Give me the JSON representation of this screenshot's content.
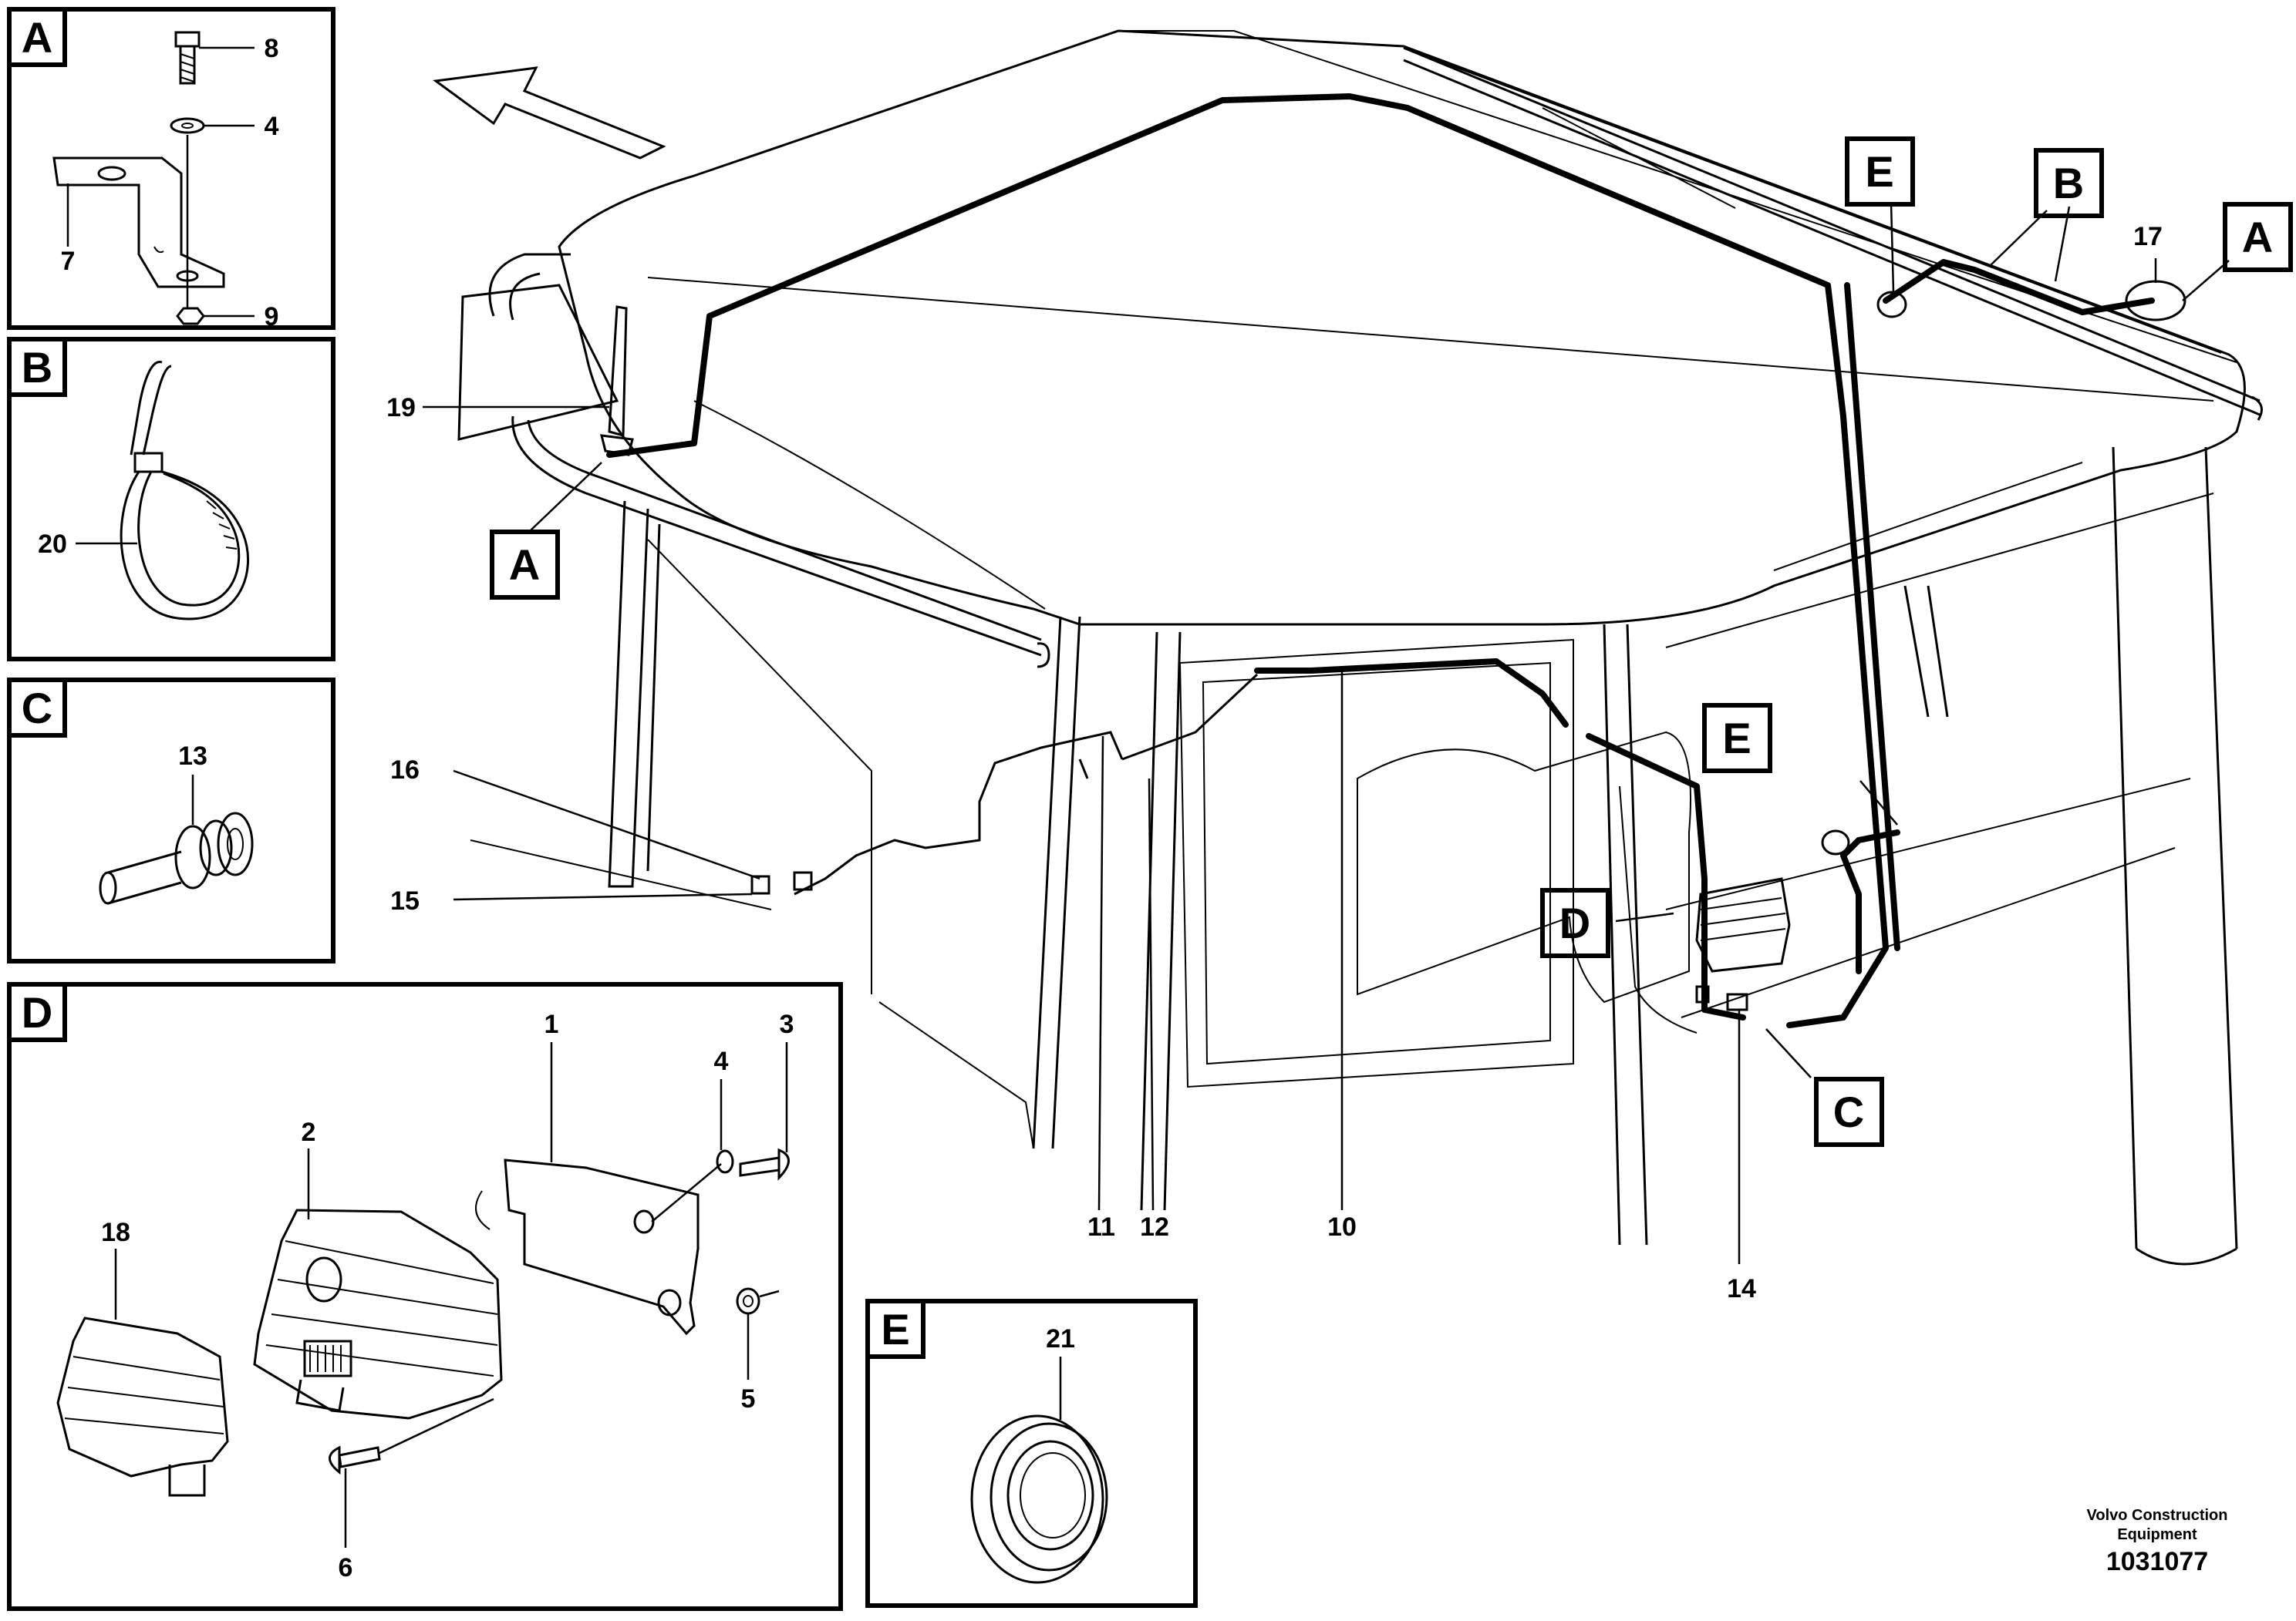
{
  "main_callouts": [
    {
      "id": "n1",
      "text": "1"
    },
    {
      "id": "n2",
      "text": "2"
    },
    {
      "id": "n3",
      "text": "3"
    },
    {
      "id": "n4a",
      "text": "4"
    },
    {
      "id": "n4b",
      "text": "4"
    },
    {
      "id": "n5",
      "text": "5"
    },
    {
      "id": "n6",
      "text": "6"
    },
    {
      "id": "n7",
      "text": "7"
    },
    {
      "id": "n8",
      "text": "8"
    },
    {
      "id": "n9",
      "text": "9"
    },
    {
      "id": "n10",
      "text": "10"
    },
    {
      "id": "n11",
      "text": "11"
    },
    {
      "id": "n12",
      "text": "12"
    },
    {
      "id": "n13",
      "text": "13"
    },
    {
      "id": "n14",
      "text": "14"
    },
    {
      "id": "n15",
      "text": "15"
    },
    {
      "id": "n16",
      "text": "16"
    },
    {
      "id": "n17",
      "text": "17"
    },
    {
      "id": "n18",
      "text": "18"
    },
    {
      "id": "n19",
      "text": "19"
    },
    {
      "id": "n20",
      "text": "20"
    },
    {
      "id": "n21",
      "text": "21"
    }
  ],
  "detail_letters": {
    "A": "A",
    "B": "B",
    "C": "C",
    "D": "D",
    "E": "E"
  },
  "footer": {
    "company_line1": "Volvo Construction",
    "company_line2": "Equipment",
    "doc_number": "1031077"
  }
}
